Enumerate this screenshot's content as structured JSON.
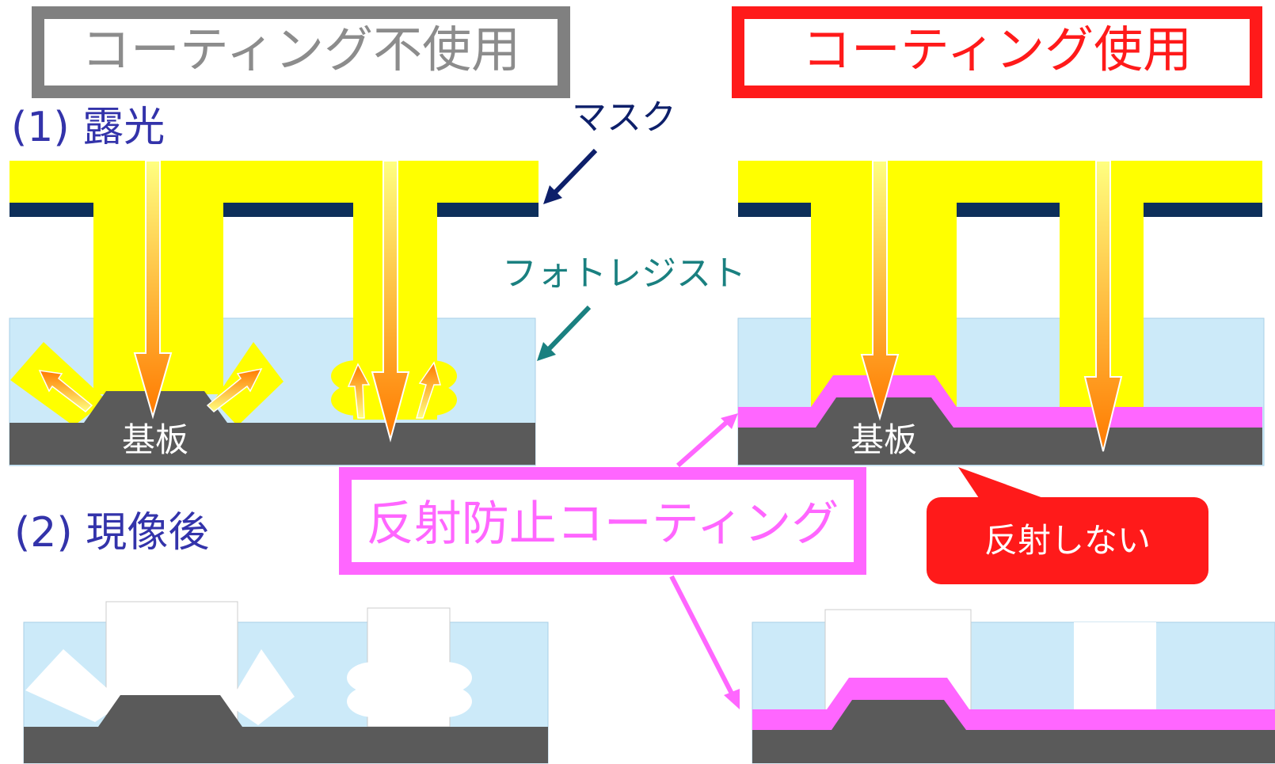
{
  "headers": {
    "without": "コーティング不使用",
    "with": "コーティング使用"
  },
  "steps": {
    "exposure": "(1) 露光",
    "after_develop": "(2) 現像後"
  },
  "labels": {
    "mask": "マスク",
    "photoresist": "フォトレジスト",
    "substrate": "基板",
    "arc": "反射防止コーティング",
    "no_reflection": "反射しない"
  },
  "colors": {
    "light": "#ffff00",
    "resist": "#cceaf9",
    "substrate": "#5a5a5a",
    "mask_bar": "#0d2f5a",
    "arc": "#ff66ff",
    "gray_frame": "#808080",
    "red_frame": "#ff1a1a",
    "step_text": "#3333aa",
    "resist_arrow": "#1a8080",
    "mask_arrow": "#0d1f6a"
  }
}
